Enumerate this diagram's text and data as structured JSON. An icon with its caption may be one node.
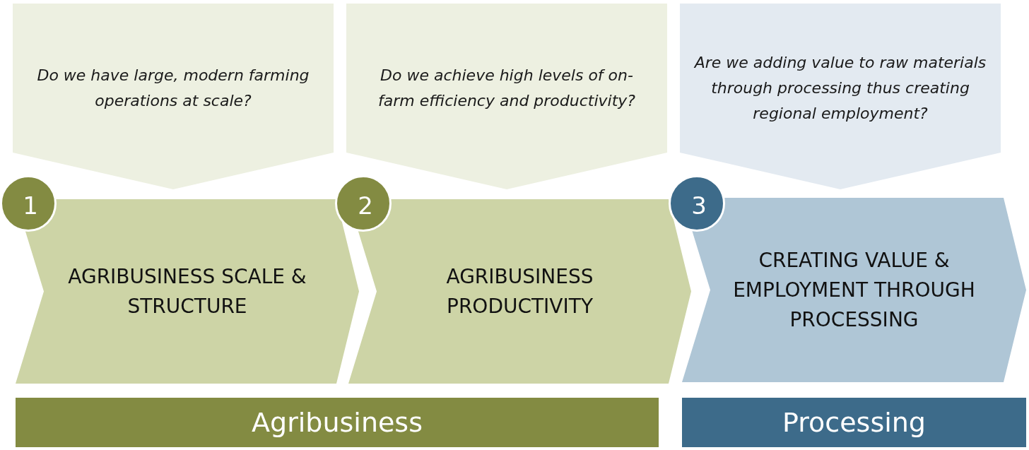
{
  "diagram": {
    "nodes": [
      {
        "text": [
          "Do we have large, modern farming operations at scale?"
        ]
      },
      {
        "text": [
          "Do we achieve high levels of on-farm efficiency and productivity?"
        ]
      },
      {
        "text": [
          "Are we adding value to raw materials through processing thus creating regional employment?"
        ]
      },
      {
        "text": [
          "1"
        ]
      },
      {
        "text": [
          "AGRIBUSINESS SCALE & STRUCTURE"
        ]
      },
      {
        "text": [
          "2"
        ]
      },
      {
        "text": [
          "AGRIBUSINESS PRODUCTIVITY"
        ]
      },
      {
        "text": [
          "3"
        ]
      },
      {
        "text": [
          "CREATING VALUE & EMPLOYMENT THROUGH PROCESSING"
        ]
      },
      {
        "text": [
          "Agribusiness"
        ]
      },
      {
        "text": [
          "Processing"
        ]
      }
    ]
  }
}
